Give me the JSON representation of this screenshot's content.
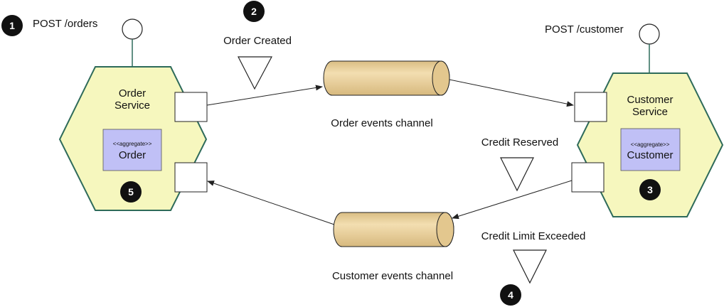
{
  "steps": {
    "s1": "1",
    "s2": "2",
    "s3": "3",
    "s4": "4",
    "s5": "5"
  },
  "labels": {
    "post_orders": "POST /orders",
    "post_customer": "POST /customer",
    "order_created": "Order Created",
    "credit_reserved": "Credit Reserved",
    "credit_limit_exceeded": "Credit Limit Exceeded",
    "order_events_channel": "Order events channel",
    "customer_events_channel": "Customer events channel"
  },
  "order_service": {
    "name_line1": "Order",
    "name_line2": "Service",
    "aggregate_stereotype": "<<aggregate>>",
    "aggregate_name": "Order"
  },
  "customer_service": {
    "name_line1": "Customer",
    "name_line2": "Service",
    "aggregate_stereotype": "<<aggregate>>",
    "aggregate_name": "Customer"
  },
  "colors": {
    "hexagon_fill": "#f6f7be",
    "hexagon_stroke": "#2e6b5a",
    "aggregate_fill": "#c0c0f6",
    "channel_fill": "#e8cf9a",
    "step_badge": "#111111"
  }
}
